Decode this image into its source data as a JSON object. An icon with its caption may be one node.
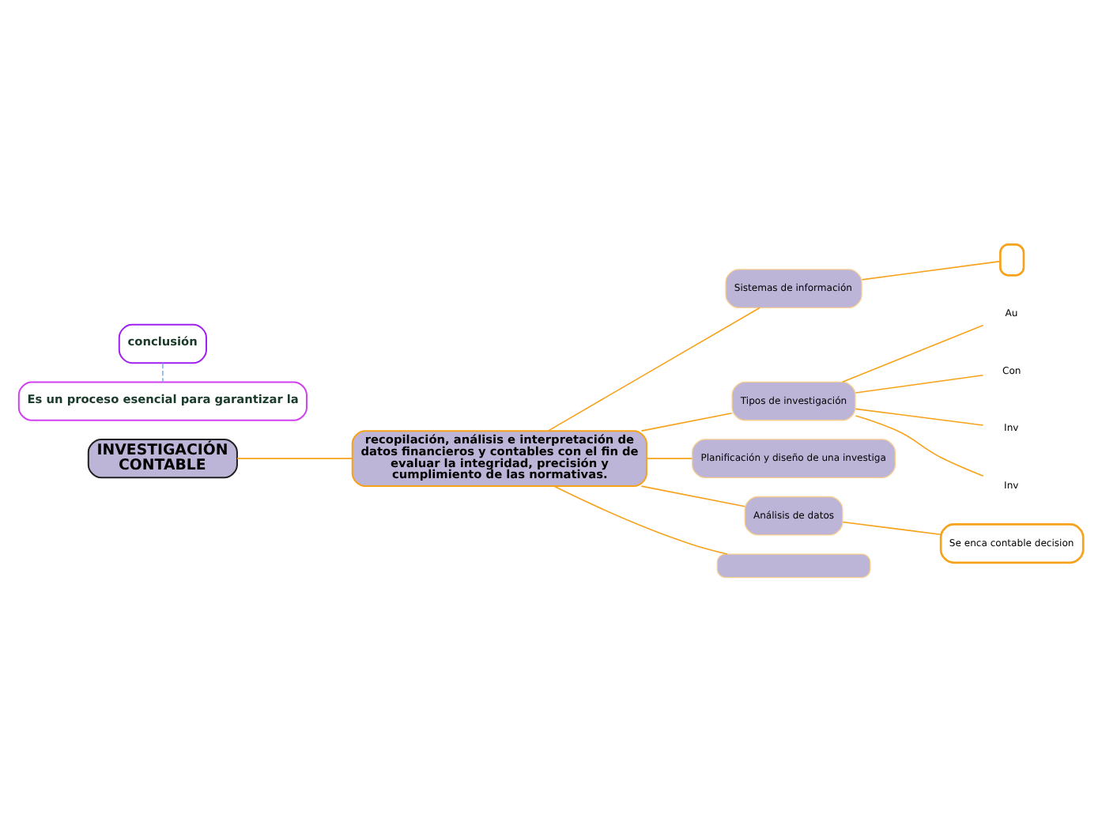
{
  "diagram": {
    "nodes": [
      {
        "text": [
          "INVESTIGACIÓN CONTABLE"
        ]
      },
      {
        "text": [
          "recopilación, análisis e interpretación de datos financieros y contables con el fin de evaluar la integridad, precisión y cumplimiento de las normativas."
        ]
      },
      {
        "text": [
          "Sistemas de información"
        ]
      },
      {
        "text": [],
        "shape": "box"
      },
      {
        "text": [
          "Tipos de investigación"
        ]
      },
      {
        "text": [
          "Au"
        ]
      },
      {
        "text": [
          "Con"
        ]
      },
      {
        "text": [
          "Inv"
        ]
      },
      {
        "text": [
          "Inv"
        ]
      },
      {
        "text": [
          "Planificación y diseño de una investiga"
        ]
      },
      {
        "text": [
          "Análisis de datos"
        ]
      },
      {
        "text": [
          "Se enca contable decision"
        ]
      },
      {
        "text": [],
        "shape": "box"
      },
      {
        "text": [
          "conclusión"
        ]
      },
      {
        "text": [
          "Es un proceso esencial para garantizar la"
        ]
      }
    ],
    "edges": [
      {
        "from": 0,
        "to": 1,
        "arrow": "none"
      },
      {
        "from": 1,
        "to": 2,
        "arrow": "none"
      },
      {
        "from": 1,
        "to": 4,
        "arrow": "none"
      },
      {
        "from": 1,
        "to": 9,
        "arrow": "none"
      },
      {
        "from": 1,
        "to": 10,
        "arrow": "none"
      },
      {
        "from": 1,
        "to": 12,
        "arrow": "none"
      },
      {
        "from": 2,
        "to": 3,
        "arrow": "none"
      },
      {
        "from": 4,
        "to": 5,
        "arrow": "none"
      },
      {
        "from": 4,
        "to": 6,
        "arrow": "none"
      },
      {
        "from": 4,
        "to": 7,
        "arrow": "none"
      },
      {
        "from": 4,
        "to": 8,
        "arrow": "none"
      },
      {
        "from": 10,
        "to": 11,
        "arrow": "none"
      },
      {
        "from": 13,
        "to": 14,
        "arrow": "none",
        "style": "dashed",
        "color": "#7fb1f5"
      }
    ]
  }
}
